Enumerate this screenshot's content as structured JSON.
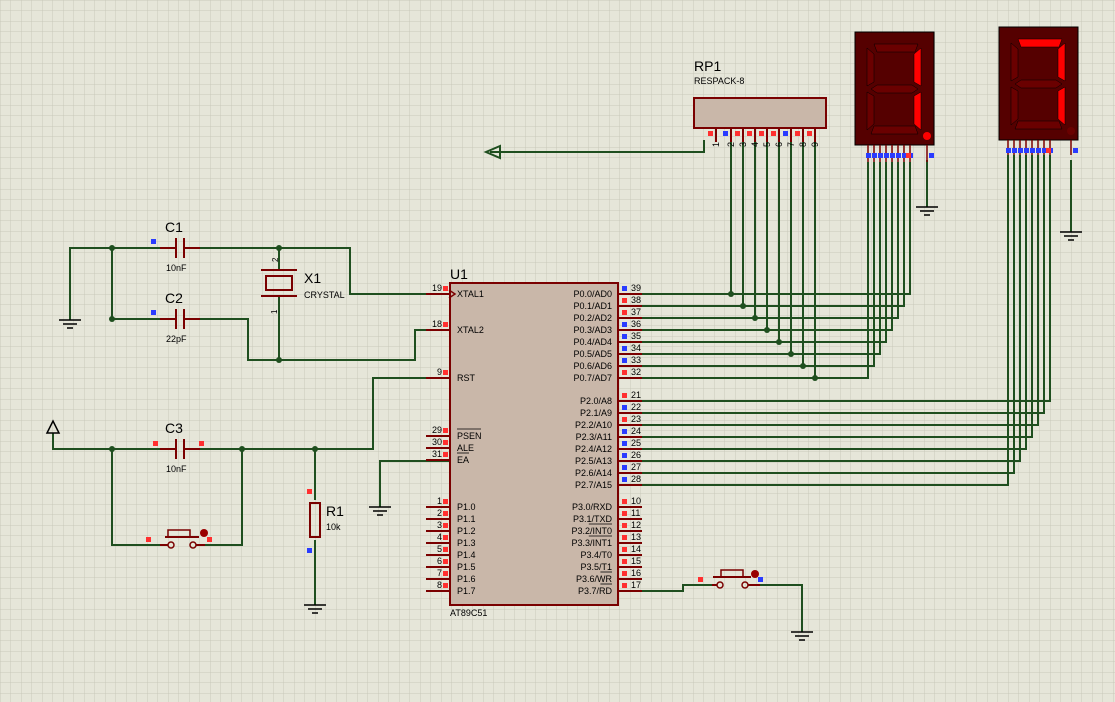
{
  "colors": {
    "background": "#e6e6d9",
    "grid": "#c9c9bb",
    "wire": "#1f4f1f",
    "component_outline": "#7a0000",
    "chip_fill": "#c9b7a9",
    "seg_on": "#ff0000",
    "seg_off": "#6a0000",
    "display_body": "#550000",
    "pin_red": "#ff3030",
    "pin_blue": "#2a3cff"
  },
  "chip": {
    "ref": "U1",
    "part": "AT89C51",
    "left_pins": [
      {
        "num": "19",
        "name": "XTAL1"
      },
      {
        "num": "18",
        "name": "XTAL2"
      },
      {
        "num": "9",
        "name": "RST"
      },
      {
        "num": "29",
        "name": "PSEN"
      },
      {
        "num": "30",
        "name": "ALE"
      },
      {
        "num": "31",
        "name": "EA"
      },
      {
        "num": "1",
        "name": "P1.0"
      },
      {
        "num": "2",
        "name": "P1.1"
      },
      {
        "num": "3",
        "name": "P1.2"
      },
      {
        "num": "4",
        "name": "P1.3"
      },
      {
        "num": "5",
        "name": "P1.4"
      },
      {
        "num": "6",
        "name": "P1.5"
      },
      {
        "num": "7",
        "name": "P1.6"
      },
      {
        "num": "8",
        "name": "P1.7"
      }
    ],
    "right_pins": [
      {
        "num": "39",
        "name": "P0.0/AD0"
      },
      {
        "num": "38",
        "name": "P0.1/AD1"
      },
      {
        "num": "37",
        "name": "P0.2/AD2"
      },
      {
        "num": "36",
        "name": "P0.3/AD3"
      },
      {
        "num": "35",
        "name": "P0.4/AD4"
      },
      {
        "num": "34",
        "name": "P0.5/AD5"
      },
      {
        "num": "33",
        "name": "P0.6/AD6"
      },
      {
        "num": "32",
        "name": "P0.7/AD7"
      },
      {
        "num": "21",
        "name": "P2.0/A8"
      },
      {
        "num": "22",
        "name": "P2.1/A9"
      },
      {
        "num": "23",
        "name": "P2.2/A10"
      },
      {
        "num": "24",
        "name": "P2.3/A11"
      },
      {
        "num": "25",
        "name": "P2.4/A12"
      },
      {
        "num": "26",
        "name": "P2.5/A13"
      },
      {
        "num": "27",
        "name": "P2.6/A14"
      },
      {
        "num": "28",
        "name": "P2.7/A15"
      },
      {
        "num": "10",
        "name": "P3.0/RXD"
      },
      {
        "num": "11",
        "name": "P3.1/TXD"
      },
      {
        "num": "12",
        "name": "P3.2/INT0"
      },
      {
        "num": "13",
        "name": "P3.3/INT1"
      },
      {
        "num": "14",
        "name": "P3.4/T0"
      },
      {
        "num": "15",
        "name": "P3.5/T1"
      },
      {
        "num": "16",
        "name": "P3.6/WR"
      },
      {
        "num": "17",
        "name": "P3.7/RD"
      }
    ]
  },
  "components": {
    "c1": {
      "ref": "C1",
      "value": "10nF"
    },
    "c2": {
      "ref": "C2",
      "value": "22pF"
    },
    "c3": {
      "ref": "C3",
      "value": "10nF"
    },
    "x1": {
      "ref": "X1",
      "value": "CRYSTAL",
      "pin1": "1",
      "pin2": "2"
    },
    "r1": {
      "ref": "R1",
      "value": "10k"
    },
    "rp1": {
      "ref": "RP1",
      "value": "RESPACK-8",
      "pins": [
        "1",
        "2",
        "3",
        "4",
        "5",
        "6",
        "7",
        "8",
        "9"
      ]
    }
  },
  "displays": [
    {
      "name": "display-1",
      "digit": "1"
    },
    {
      "name": "display-2",
      "digit": "7"
    }
  ]
}
